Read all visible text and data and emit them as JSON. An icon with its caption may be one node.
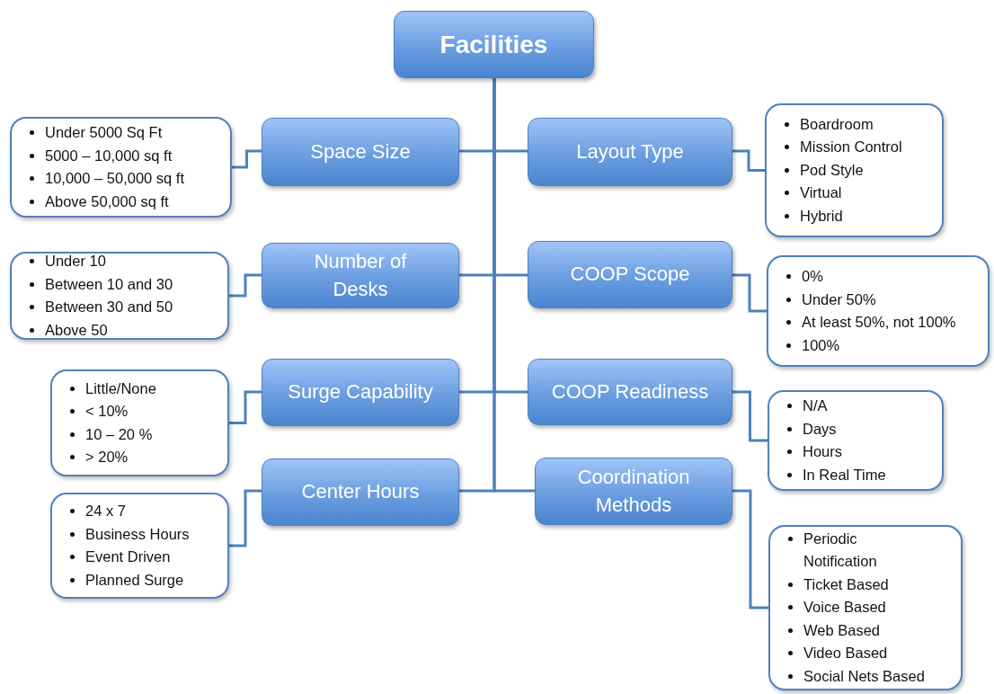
{
  "diagram": {
    "nodes": [
      {
        "text": [
          "Facilities"
        ]
      },
      {
        "text": [
          "Space Size"
        ]
      },
      {
        "text": [
          "Under 5000 Sq Ft",
          "5000 – 10,000 sq ft",
          "10,000 – 50,000 sq ft",
          "Above 50,000 sq ft"
        ]
      },
      {
        "text": [
          "Layout Type"
        ]
      },
      {
        "text": [
          "Boardroom",
          "Mission Control",
          "Pod Style",
          "Virtual",
          "Hybrid"
        ]
      },
      {
        "text": [
          "Number of Desks"
        ]
      },
      {
        "text": [
          "Under 10",
          "Between 10 and 30",
          "Between 30 and 50",
          "Above 50"
        ]
      },
      {
        "text": [
          "COOP Scope"
        ]
      },
      {
        "text": [
          "0%",
          "Under 50%",
          "At least 50%, not 100%",
          "100%"
        ]
      },
      {
        "text": [
          "Surge Capability"
        ]
      },
      {
        "text": [
          "Little/None",
          "< 10%",
          "10 – 20 %",
          "> 20%"
        ]
      },
      {
        "text": [
          "COOP Readiness"
        ]
      },
      {
        "text": [
          "N/A",
          "Days",
          "Hours",
          "In Real Time"
        ]
      },
      {
        "text": [
          "Center Hours"
        ]
      },
      {
        "text": [
          "24 x 7",
          "Business Hours",
          "Event Driven",
          "Planned Surge"
        ]
      },
      {
        "text": [
          "Coordination Methods"
        ]
      },
      {
        "text": [
          "Periodic Notification",
          "Ticket Based",
          "Voice Based",
          "Web Based",
          "Video Based",
          "Social Nets Based"
        ]
      }
    ],
    "edges": [
      {
        "from": 0,
        "to": 1,
        "arrow": "none"
      },
      {
        "from": 0,
        "to": 3,
        "arrow": "none"
      },
      {
        "from": 0,
        "to": 5,
        "arrow": "none"
      },
      {
        "from": 0,
        "to": 7,
        "arrow": "none"
      },
      {
        "from": 0,
        "to": 9,
        "arrow": "none"
      },
      {
        "from": 0,
        "to": 11,
        "arrow": "none"
      },
      {
        "from": 0,
        "to": 13,
        "arrow": "none"
      },
      {
        "from": 0,
        "to": 15,
        "arrow": "none"
      },
      {
        "from": 1,
        "to": 2,
        "arrow": "none"
      },
      {
        "from": 3,
        "to": 4,
        "arrow": "none"
      },
      {
        "from": 5,
        "to": 6,
        "arrow": "none"
      },
      {
        "from": 7,
        "to": 8,
        "arrow": "none"
      },
      {
        "from": 9,
        "to": 10,
        "arrow": "none"
      },
      {
        "from": 11,
        "to": 12,
        "arrow": "none"
      },
      {
        "from": 13,
        "to": 14,
        "arrow": "none"
      },
      {
        "from": 15,
        "to": 16,
        "arrow": "none"
      }
    ]
  }
}
